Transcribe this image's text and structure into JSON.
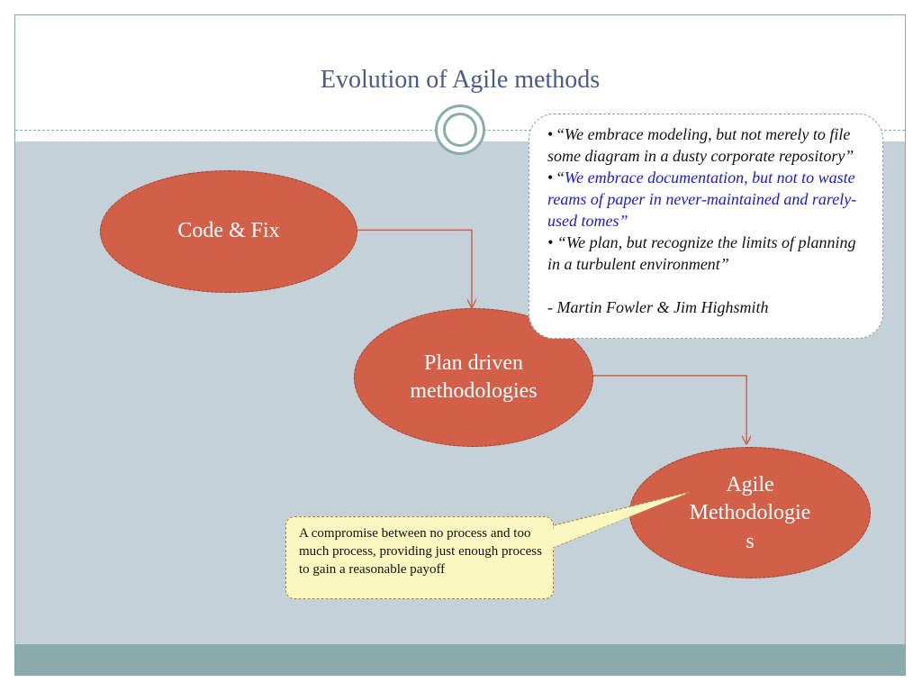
{
  "slide": {
    "title": "Evolution of Agile methods"
  },
  "nodes": {
    "code_fix": "Code & Fix",
    "plan_driven_line1": "Plan driven",
    "plan_driven_line2": "methodologies",
    "agile_line1": "Agile",
    "agile_line2": "Methodologie",
    "agile_line3": "s"
  },
  "quotes": {
    "q1_bullet": "• “",
    "q1_text": "We embrace modeling, but not merely to file some diagram in a dusty corporate repository”",
    "q2_bullet": "• “",
    "q2_text": "We embrace documentation, but not to waste reams of paper in never-maintained and rarely-used tomes”",
    "q3_text": "• “We plan, but recognize the limits of planning in a turbulent environment”",
    "attribution": "- Martin Fowler & Jim Highsmith"
  },
  "callout": {
    "text": "A compromise between no process and too much process, providing just enough process to gain a reasonable payoff"
  },
  "colors": {
    "node_fill": "#d26048",
    "connector": "#d26048",
    "title": "#4a5a8a",
    "body_bg": "#c5d1d9",
    "footer": "#8aacac",
    "quote_blue": "#1a1ad0",
    "callout_fill": "#fbf7c0"
  }
}
